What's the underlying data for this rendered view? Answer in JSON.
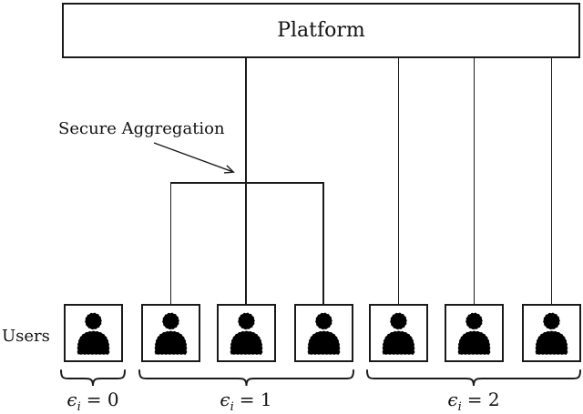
{
  "figure": {
    "platform_label": "Platform",
    "secure_aggregation_label": "Secure Aggregation",
    "users_label": "Users",
    "groups": [
      {
        "epsilon_symbol": "ϵ",
        "subscript": "i",
        "relation": "= 0",
        "user_count": 1
      },
      {
        "epsilon_symbol": "ϵ",
        "subscript": "i",
        "relation": "= 1",
        "user_count": 3
      },
      {
        "epsilon_symbol": "ϵ",
        "subscript": "i",
        "relation": "= 2",
        "user_count": 3
      }
    ],
    "icons": {
      "user_icon": "person-silhouette-icon",
      "annotation_pointer": "arrow-icon"
    },
    "colors": {
      "line": "#1b1b1b",
      "border": "#1a1a1a",
      "icon_fill": "#000000",
      "background": "#ffffff"
    }
  }
}
